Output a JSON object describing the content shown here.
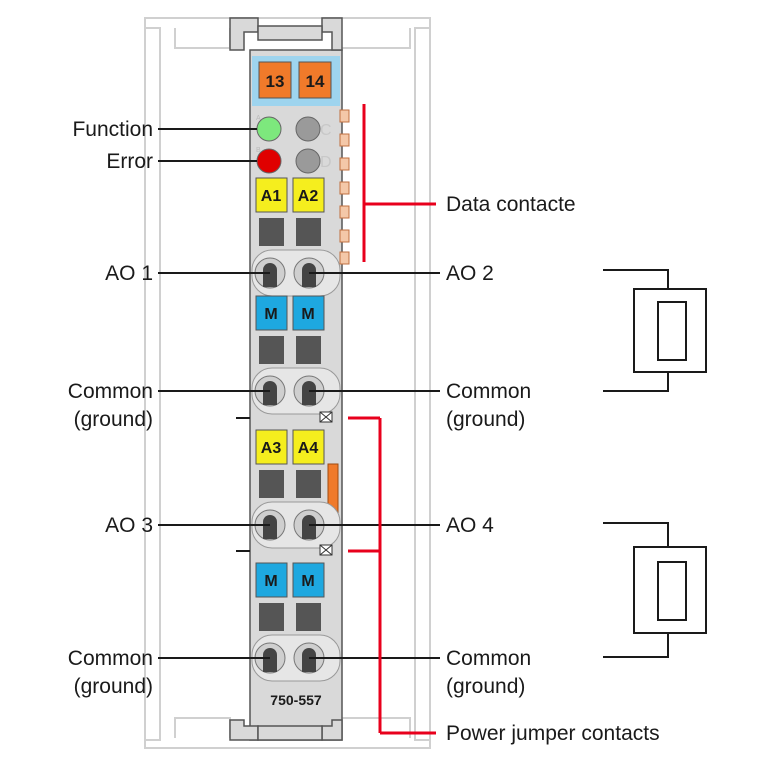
{
  "module": {
    "part_number": "750-557",
    "top_terminals": [
      "13",
      "14"
    ],
    "led_letters": [
      "C",
      "D"
    ],
    "led_small_letters": [
      "A",
      "B"
    ],
    "plates": {
      "a1": "A1",
      "a2": "A2",
      "a3": "A3",
      "a4": "A4",
      "m": "M"
    }
  },
  "labels": {
    "function": "Function",
    "error": "Error",
    "data_contacts": "Data contacte",
    "ao1": "AO 1",
    "ao2": "AO 2",
    "ao3": "AO 3",
    "ao4": "AO 4",
    "common": "Common",
    "ground": "(ground)",
    "power_jumper": "Power jumper contacts"
  },
  "colors": {
    "function_led": "#7de87d",
    "error_led": "#e00000",
    "label_yellow": "#f5ee1e",
    "label_blue": "#1ea8e0",
    "terminal_orange": "#f07a2a",
    "top_strip_blue": "#9ed4ee",
    "callout_red": "#e8001c",
    "body_gray": "#d8d8d8"
  }
}
